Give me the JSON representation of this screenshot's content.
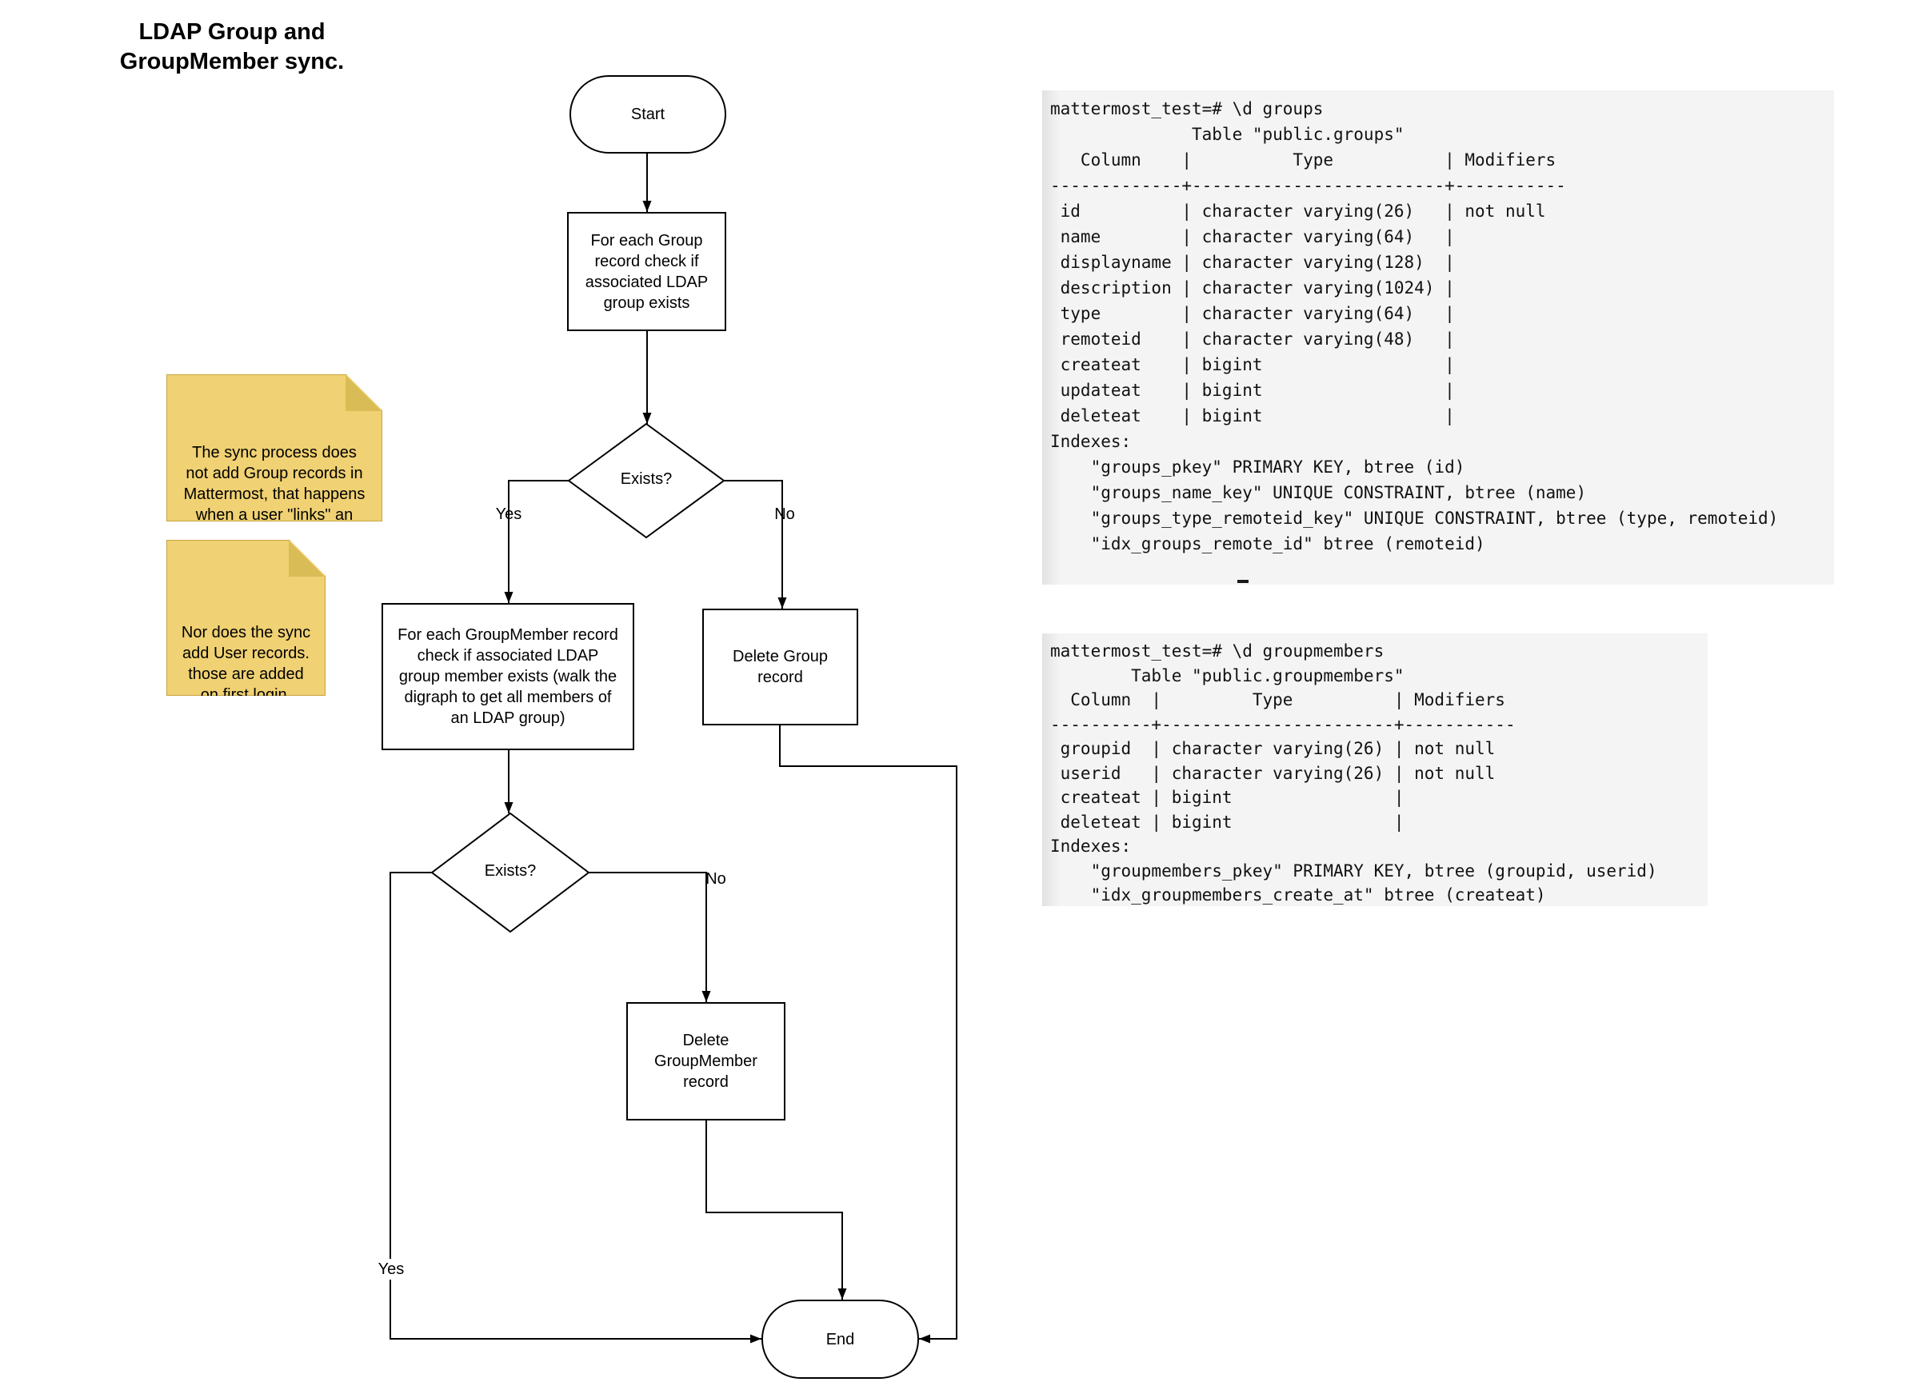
{
  "title": {
    "text": "LDAP Group and\nGroupMember sync."
  },
  "flowchart": {
    "start": "Start",
    "process_group": "For each Group\nrecord check if\nassociated LDAP\ngroup exists",
    "decision1": "Exists?",
    "decision2": "Exists?",
    "label_yes1": "Yes",
    "label_no1": "No",
    "label_yes2": "Yes",
    "label_no2": "No",
    "process_groupmember": "For each GroupMember record\ncheck if associated LDAP\ngroup member exists (walk the\ndigraph to get all members of\nan LDAP group)",
    "delete_group": "Delete Group\nrecord",
    "delete_groupmember": "Delete\nGroupMember\nrecord",
    "end": "End"
  },
  "notes": {
    "note1": "The sync process does\nnot add Group records in\nMattermost, that happens\nwhen a user \"links\" an\nLDAP group in the UI.",
    "note2": "Nor does the sync\nadd User records.\nthose are added\non first login."
  },
  "terminals": {
    "groups": "mattermost_test=# \\d groups\n              Table \"public.groups\"\n   Column    |          Type           | Modifiers\n-------------+-------------------------+-----------\n id          | character varying(26)   | not null\n name        | character varying(64)   |\n displayname | character varying(128)  |\n description | character varying(1024) |\n type        | character varying(64)   |\n remoteid    | character varying(48)   |\n createat    | bigint                  |\n updateat    | bigint                  |\n deleteat    | bigint                  |\nIndexes:\n    \"groups_pkey\" PRIMARY KEY, btree (id)\n    \"groups_name_key\" UNIQUE CONSTRAINT, btree (name)\n    \"groups_type_remoteid_key\" UNIQUE CONSTRAINT, btree (type, remoteid)\n    \"idx_groups_remote_id\" btree (remoteid)",
    "groupmembers": "mattermost_test=# \\d groupmembers\n        Table \"public.groupmembers\"\n  Column  |         Type          | Modifiers\n----------+-----------------------+-----------\n groupid  | character varying(26) | not null\n userid   | character varying(26) | not null\n createat | bigint                |\n deleteat | bigint                |\nIndexes:\n    \"groupmembers_pkey\" PRIMARY KEY, btree (groupid, userid)\n    \"idx_groupmembers_create_at\" btree (createat)"
  },
  "colors": {
    "stroke": "#000000",
    "node_fill": "#ffffff",
    "note_body": "#f0d173",
    "note_fold": "#d9bc56",
    "terminal_bg": "#f4f4f4",
    "text": "#111111"
  }
}
